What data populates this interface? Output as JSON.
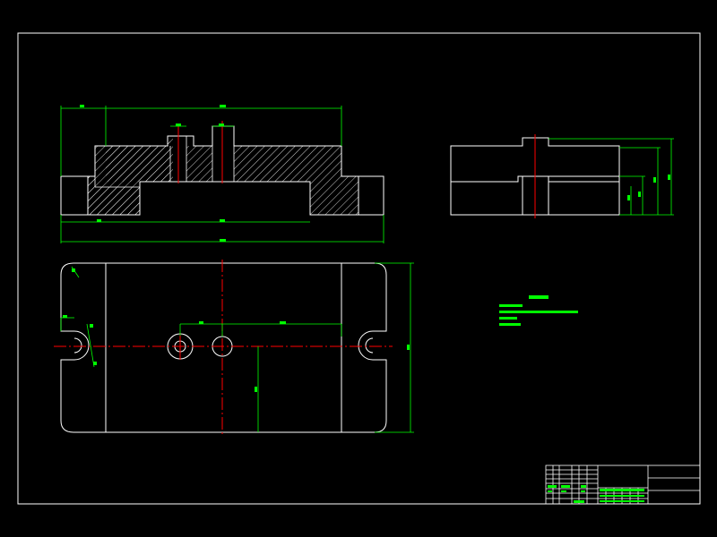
{
  "colors": {
    "background": "#000000",
    "outline": "#ffffff",
    "dimension": "#00ff00",
    "centerline": "#ff0000",
    "hatch": "#ffffff"
  },
  "views": {
    "front_section": "front-section-view",
    "side": "side-view",
    "top": "top-view"
  }
}
